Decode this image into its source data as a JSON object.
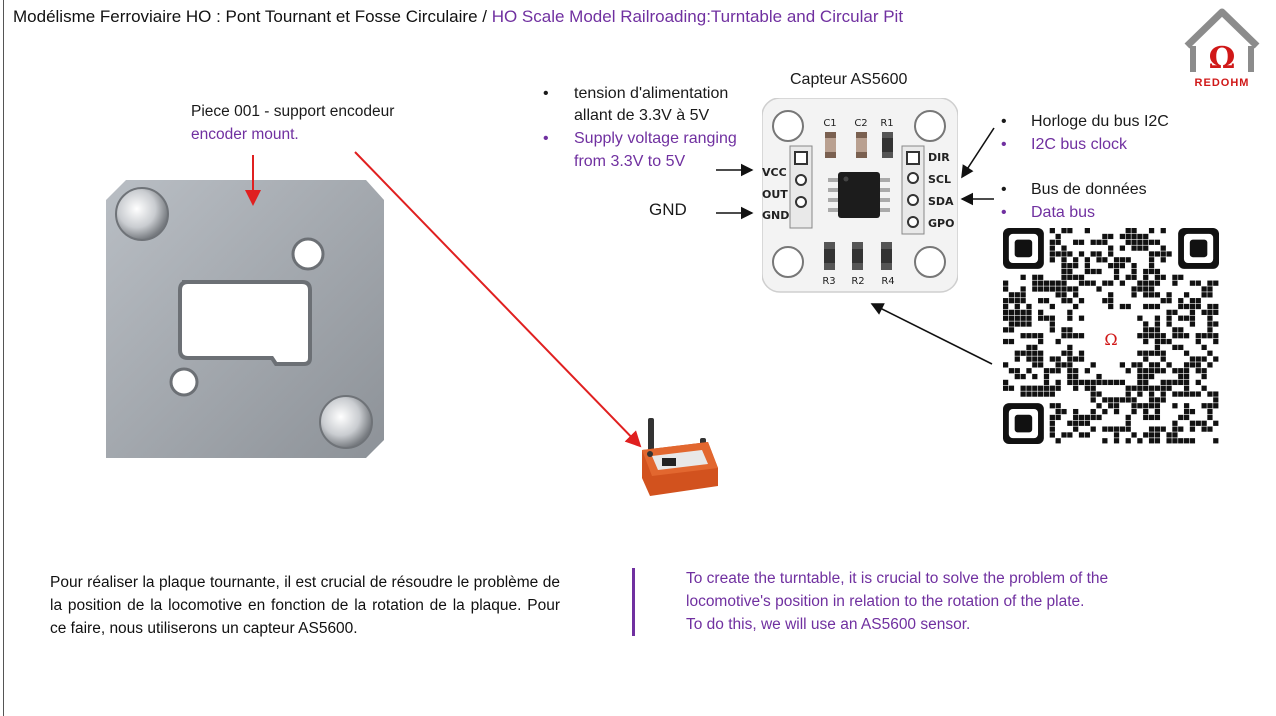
{
  "header": {
    "title_fr": "Modélisme Ferroviaire HO : Pont Tournant et Fosse Circulaire",
    "separator": " / ",
    "title_en": "HO Scale Model Railroading:Turntable and Circular Pit"
  },
  "logo": {
    "text": "REDOHM"
  },
  "part": {
    "label_fr": "Piece 001 - support encodeur",
    "label_en": "encoder mount."
  },
  "sensor": {
    "title": "Capteur AS5600",
    "pins_left": [
      "VCC",
      "OUT",
      "GND"
    ],
    "pins_right": [
      "DIR",
      "SCL",
      "SDA",
      "GPO"
    ],
    "caps": [
      "C1",
      "C2",
      "R1"
    ],
    "resistors": [
      "R3",
      "R2",
      "R4"
    ]
  },
  "annotations": {
    "supply_fr_1": "tension d'alimentation",
    "supply_fr_2": "allant de 3.3V à 5V",
    "supply_en_1": "Supply voltage ranging",
    "supply_en_2": "from 3.3V to 5V",
    "gnd": "GND",
    "clock_fr": "Horloge du bus I2C",
    "clock_en": "I2C bus clock",
    "data_fr": "Bus de données",
    "data_en": "Data bus"
  },
  "body": {
    "paragraph_fr": "Pour réaliser la plaque tournante, il est crucial de résoudre le problème de la position de la locomotive en fonction de la rotation de la plaque. Pour ce faire, nous utiliserons un capteur AS5600.",
    "paragraph_en_1": "To create the turntable, it is crucial to solve the problem of the",
    "paragraph_en_2": "locomotive's position in relation to the rotation of the plate.",
    "paragraph_en_3": "To do this, we will use an AS5600 sensor."
  },
  "colors": {
    "accent_purple": "#7030a0",
    "arrow_red": "#e02020",
    "pcb_white": "#f4f4f4",
    "mount_orange": "#d2521e"
  }
}
